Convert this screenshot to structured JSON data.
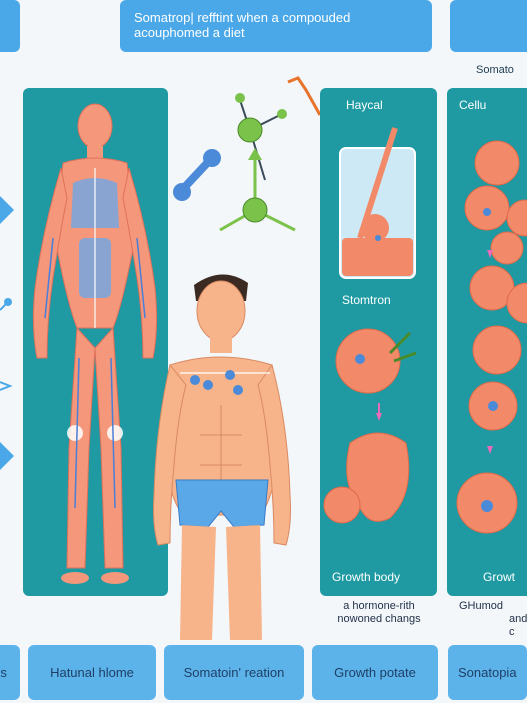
{
  "banner": {
    "text": "Somatrop| refftint when a compouded acouphomed a diet"
  },
  "top_right_label": "Somato",
  "panel_middle": {
    "title": "Haycal",
    "mid_label": "Stomtron",
    "bottom_label": "Growth body"
  },
  "panel_right": {
    "title": "Cellu",
    "bottom_label": "Growt"
  },
  "captions": {
    "middle": [
      "a hormone-rith",
      "nowoned changs"
    ],
    "right": [
      "GHumod",
      "and c"
    ]
  },
  "bottom_pills": [
    "es",
    "Hatunal hlome",
    "Somatoin' reation",
    "Growth potate",
    "Sonatopia"
  ],
  "colors": {
    "accent_blue": "#4aa8e8",
    "panel_teal": "#1f9aa3",
    "cell_salmon": "#f28a6a",
    "molecule_green": "#7bc24a",
    "arrow_pink": "#e86ab8"
  }
}
